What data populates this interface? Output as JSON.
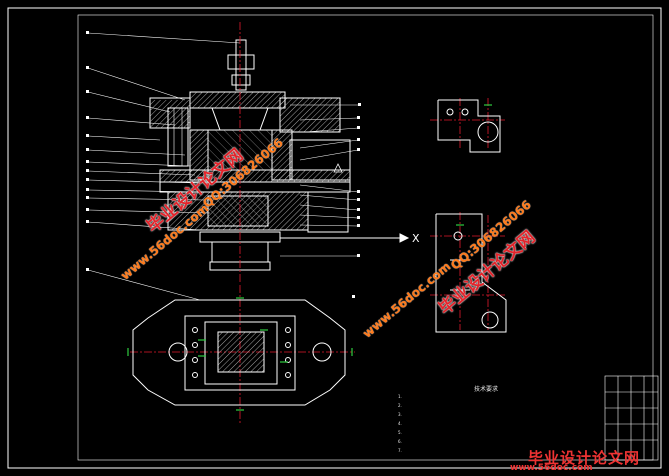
{
  "watermarks": {
    "site_cn": "毕业设计论文网",
    "site_url": "www.56doc.com",
    "qq": "QQ:306826066"
  },
  "drawing": {
    "x_axis_label": "X",
    "tech_requirements_title": "技术要求",
    "tech_lines": [
      "1.",
      "2.",
      "3.",
      "4.",
      "5.",
      "6.",
      "7."
    ]
  },
  "footer": {
    "title": "毕业设计论文网",
    "url": "www.56doc.com"
  },
  "colors": {
    "background": "#000000",
    "outline": "#ffffff",
    "centerline": "#e0182d",
    "hatch": "#d0d0d0",
    "green_mark": "#2ecc40",
    "watermark_red": "#e3242b",
    "watermark_orange": "#ff7a1a"
  }
}
